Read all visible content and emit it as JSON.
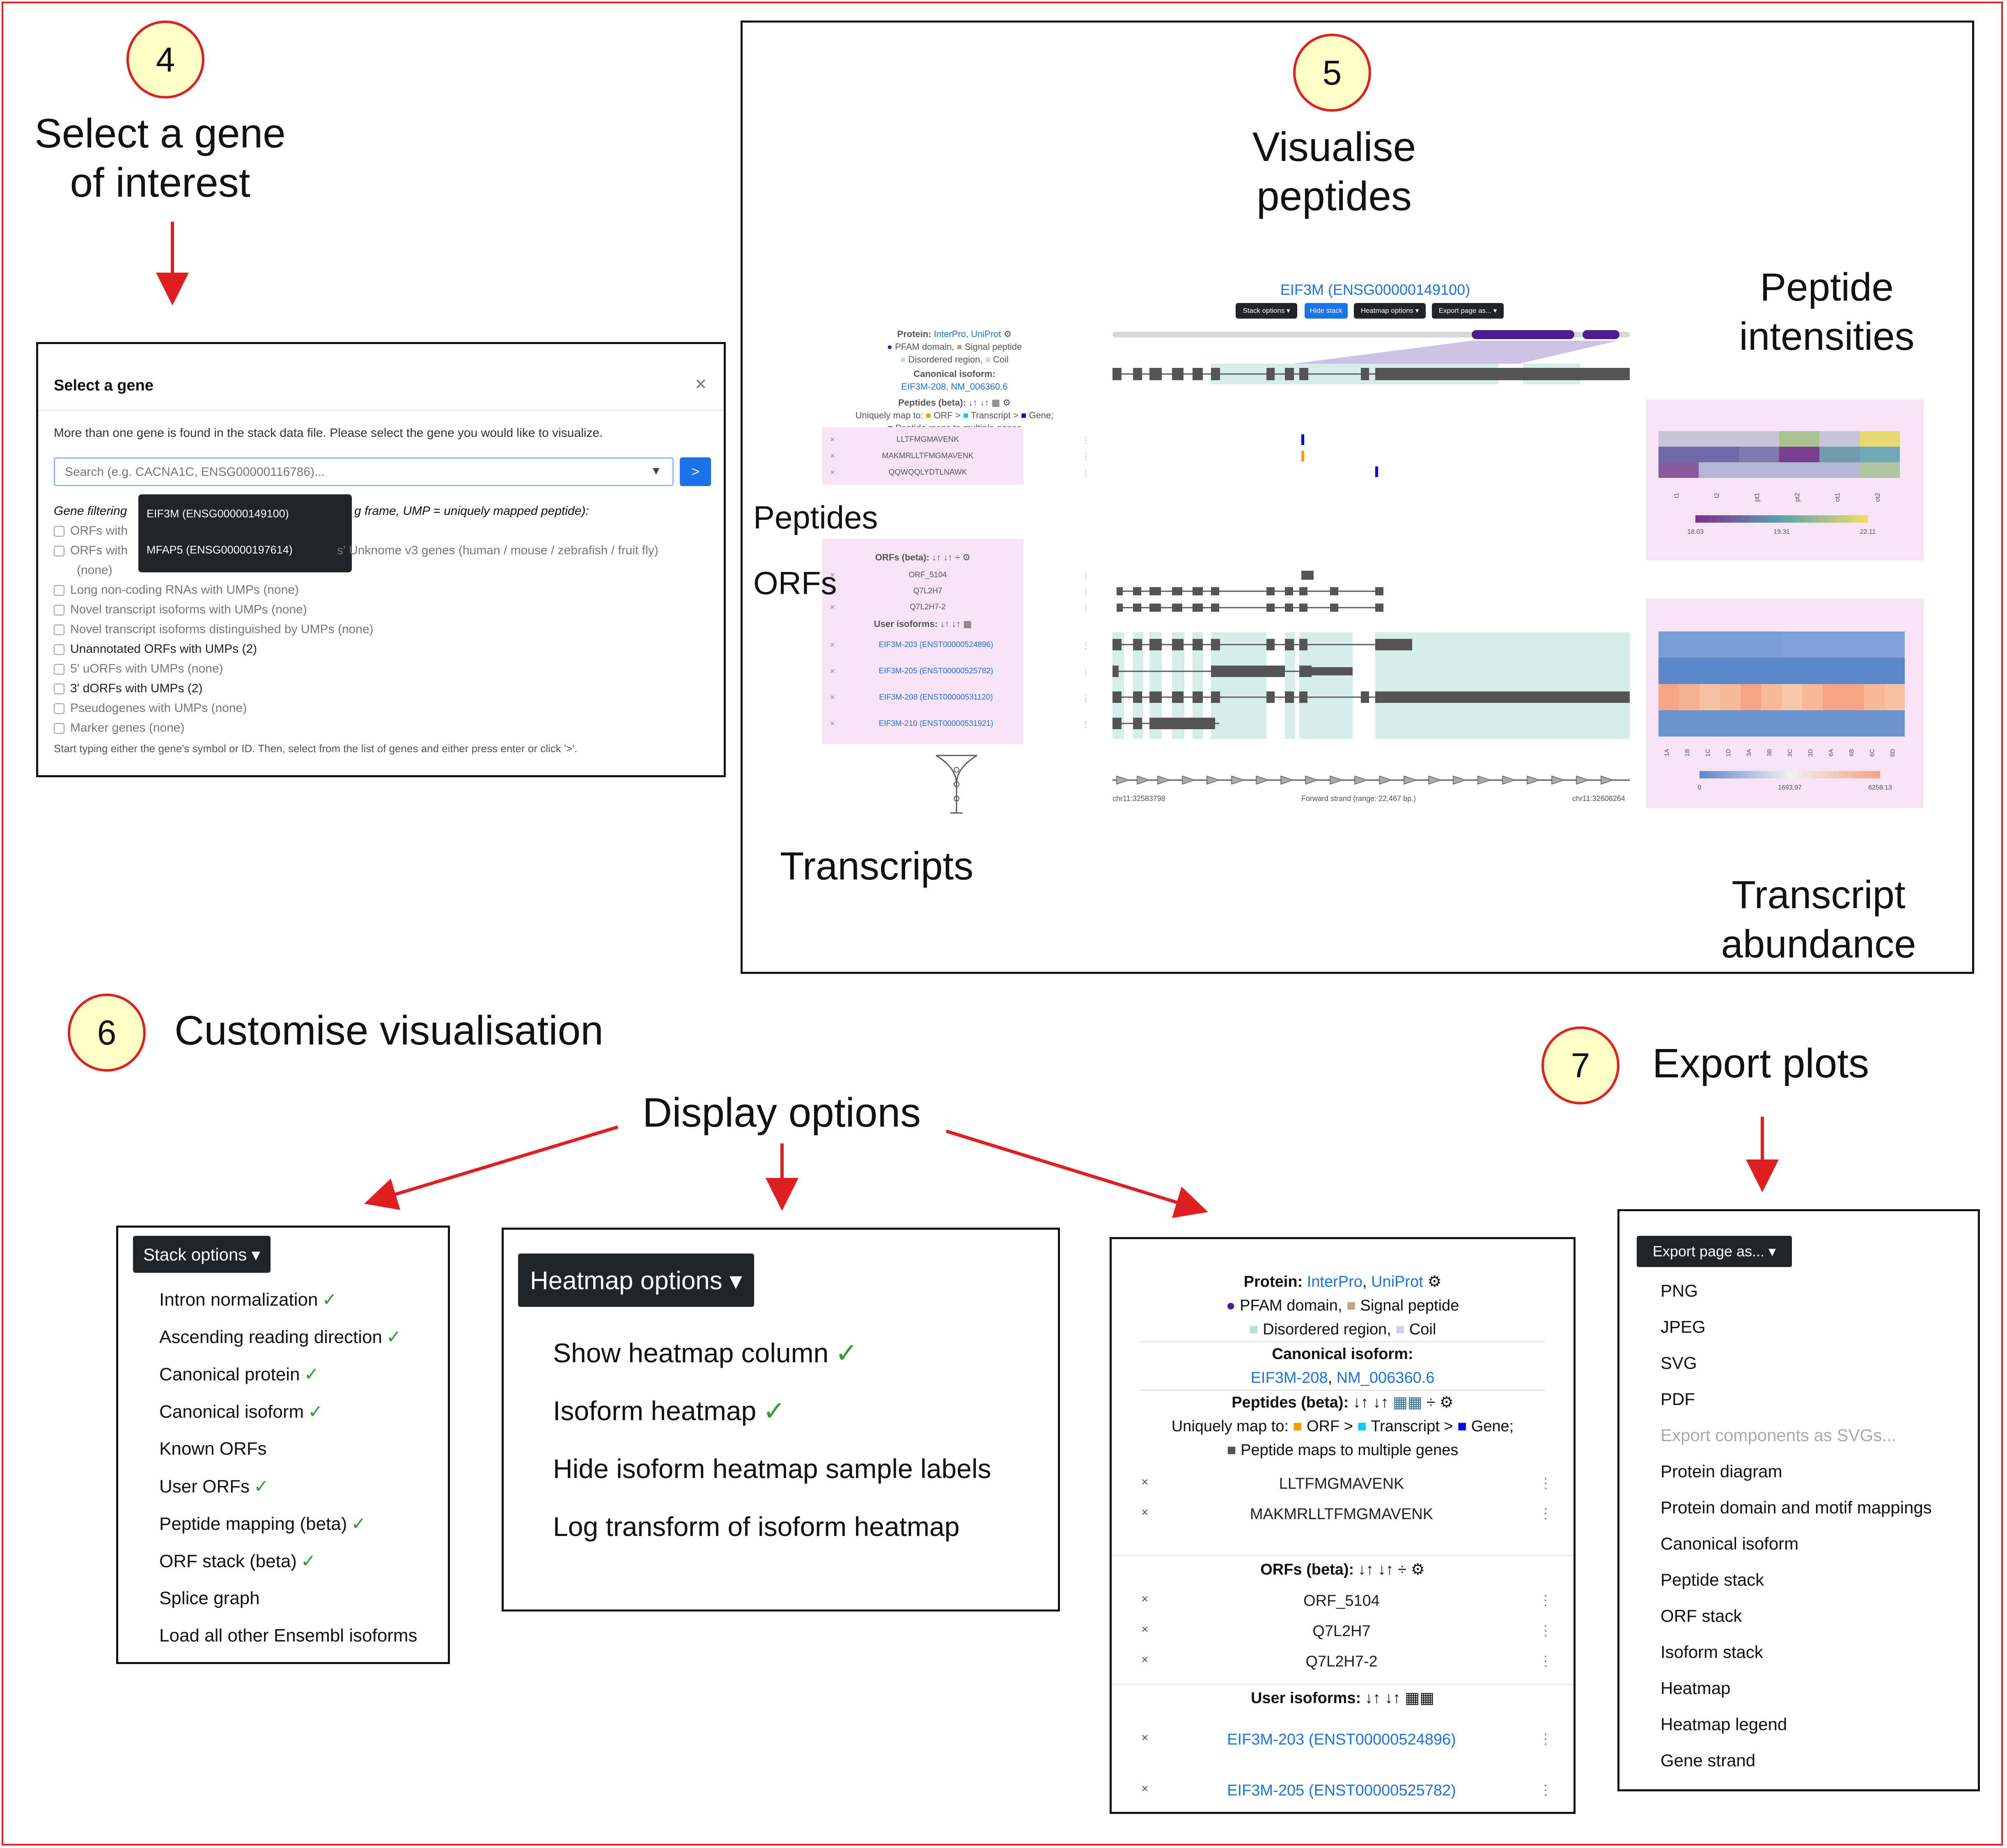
{
  "colors": {
    "accent_red": "#e02020",
    "step_fill": "#ffffc7",
    "btn_dark": "#212529",
    "btn_blue": "#1a73e8",
    "link_blue": "#1a73e8",
    "pink_panel": "#f6e3f5",
    "teal_exon": "#d6ece8",
    "check_green": "#2ca02c",
    "pfam_purple": "#4b1d8f"
  },
  "step4": {
    "number": "4",
    "title_line1": "Select a gene",
    "title_line2": "of interest",
    "dialog": {
      "title": "Select a gene",
      "close": "×",
      "message": "More than one gene is found in the stack data file. Please select the gene you would like to visualize.",
      "search_placeholder": "Search (e.g. CACNA1C, ENSG00000116786)...",
      "go_button": ">",
      "suggestions": [
        "EIF3M (ENSG00000149100)",
        "MFAP5 (ENSG00000197614)"
      ],
      "filter_label": "Gene filtering",
      "filter_tail": "g frame, UMP = uniquely mapped peptide):",
      "options": [
        {
          "label": "ORFs with",
          "enabled": false
        },
        {
          "label": "ORFs with",
          "tail": "s' Unknome v3 genes (human / mouse / zebrafish / fruit fly)",
          "enabled": false
        },
        {
          "label": "(none)",
          "enabled": false,
          "indent": true
        },
        {
          "label": "Long non-coding RNAs with UMPs (none)",
          "enabled": false
        },
        {
          "label": "Novel transcript isoforms with UMPs (none)",
          "enabled": false
        },
        {
          "label": "Novel transcript isoforms distinguished by UMPs (none)",
          "enabled": false
        },
        {
          "label": "Unannotated ORFs with UMPs (2)",
          "enabled": true
        },
        {
          "label": "5' uORFs with UMPs (none)",
          "enabled": false
        },
        {
          "label": "3' dORFs with UMPs (2)",
          "enabled": true
        },
        {
          "label": "Pseudogenes with UMPs (none)",
          "enabled": false
        },
        {
          "label": "Marker genes (none)",
          "enabled": false
        }
      ],
      "hint": "Start typing either the gene's symbol or ID. Then, select from the list of genes and either press enter or click '>'."
    }
  },
  "step5": {
    "number": "5",
    "title_line1": "Visualise",
    "title_line2": "peptides",
    "gene_title": "EIF3M (ENSG00000149100)",
    "buttons": [
      "Stack options ▾",
      "Hide stack",
      "Heatmap options ▾",
      "Export page as... ▾"
    ],
    "legend": {
      "protein": "Protein:",
      "interpro": "InterPro",
      "uniprot": "UniProt",
      "pfam": "PFAM domain,",
      "signal": "Signal peptide",
      "disordered": "Disordered region,",
      "coil": "Coil",
      "canonical": "Canonical isoform:",
      "canonical_ids": "EIF3M-208, NM_006360.6",
      "peptides": "Peptides (beta):",
      "uniquely": "Uniquely map to:",
      "orf": "ORF >",
      "transcript": "Transcript >",
      "gene": "Gene;",
      "multi": "Peptide maps to multiple genes"
    },
    "peptides": [
      "LLTFMGMAVENK",
      "MAKMRLLTFMGMAVENK",
      "QQWQQLYDTLNAWK"
    ],
    "orfs_header": "ORFs (beta):",
    "orfs": [
      "ORF_5104",
      "Q7L2H7",
      "Q7L2H7-2"
    ],
    "user_isoforms": "User isoforms:",
    "transcripts": [
      "EIF3M-203 (ENST00000524896)",
      "EIF3M-205 (ENST00000525782)",
      "EIF3M-208 (ENST00000531120)",
      "EIF3M-210 (ENST00000531921)"
    ],
    "axis_left": "chr11:32583798",
    "axis_mid": "Forward strand (range: 22,467 bp.)",
    "axis_right": "chr11:32606264",
    "peptide_heatmap": {
      "samples": [
        "t1",
        "t2",
        "pt1",
        "pt2",
        "ot1",
        "ot2"
      ],
      "legend_ticks": [
        "18.03",
        "19.31",
        "22.11"
      ]
    },
    "isoform_heatmap": {
      "samples": [
        "1A",
        "1B",
        "1C",
        "1D",
        "3A",
        "3B",
        "3C",
        "3D",
        "6A",
        "6B",
        "6C",
        "6D"
      ],
      "legend_ticks": [
        "0",
        "1693.97",
        "6258.13"
      ]
    },
    "labels": {
      "peptides": "Peptides",
      "orfs": "ORFs",
      "transcripts": "Transcripts",
      "peptide_intensities_1": "Peptide",
      "peptide_intensities_2": "intensities",
      "abundance_1": "Transcript",
      "abundance_2": "abundance"
    }
  },
  "step6": {
    "number": "6",
    "title": "Customise visualisation",
    "display_options": "Display options",
    "stack_menu": {
      "button": "Stack options ▾",
      "items": [
        {
          "label": "Intron normalization",
          "checked": true
        },
        {
          "label": "Ascending reading direction",
          "checked": true
        },
        {
          "label": "Canonical protein",
          "checked": true
        },
        {
          "label": "Canonical isoform",
          "checked": true
        },
        {
          "label": "Known ORFs",
          "checked": false
        },
        {
          "label": "User ORFs",
          "checked": true
        },
        {
          "label": "Peptide mapping (beta)",
          "checked": true
        },
        {
          "label": "ORF stack (beta)",
          "checked": true
        },
        {
          "label": "Splice graph",
          "checked": false
        },
        {
          "label": "Load all other Ensembl isoforms",
          "checked": false
        }
      ]
    },
    "heatmap_menu": {
      "button": "Heatmap options ▾",
      "items": [
        {
          "label": "Show heatmap column",
          "checked": true
        },
        {
          "label": "Isoform heatmap",
          "checked": true
        },
        {
          "label": "Hide isoform heatmap sample labels",
          "checked": false
        },
        {
          "label": "Log transform of isoform heatmap",
          "checked": false
        }
      ]
    },
    "legend_panel": {
      "protein": "Protein:",
      "interpro": "InterPro",
      "uniprot": "UniProt",
      "pfam": "PFAM domain,",
      "signal": "Signal peptide",
      "disordered": "Disordered region,",
      "coil": "Coil",
      "canonical": "Canonical isoform:",
      "canonical_a": "EIF3M-208",
      "canonical_b": "NM_006360.6",
      "peptides": "Peptides (beta):",
      "uniquely": "Uniquely map to:",
      "orf": "ORF >",
      "transcript": "Transcript >",
      "gene": "Gene;",
      "multi": "Peptide maps to multiple genes",
      "peptide_rows": [
        "LLTFMGMAVENK",
        "MAKMRLLTFMGMAVENK"
      ],
      "orfs": "ORFs (beta):",
      "orf_rows": [
        "ORF_5104",
        "Q7L2H7",
        "Q7L2H7-2"
      ],
      "user_isoforms": "User isoforms:",
      "isoform_rows": [
        "EIF3M-203 (ENST00000524896)",
        "EIF3M-205 (ENST00000525782)"
      ]
    }
  },
  "step7": {
    "number": "7",
    "title": "Export plots",
    "export_menu": {
      "button": "Export page as... ▾",
      "items": [
        {
          "label": "PNG",
          "enabled": true
        },
        {
          "label": "JPEG",
          "enabled": true
        },
        {
          "label": "SVG",
          "enabled": true
        },
        {
          "label": "PDF",
          "enabled": true
        },
        {
          "label": "Export components as SVGs...",
          "enabled": false
        },
        {
          "label": "Protein diagram",
          "enabled": true
        },
        {
          "label": "Protein domain and motif mappings",
          "enabled": true
        },
        {
          "label": "Canonical isoform",
          "enabled": true
        },
        {
          "label": "Peptide stack",
          "enabled": true
        },
        {
          "label": "ORF stack",
          "enabled": true
        },
        {
          "label": "Isoform stack",
          "enabled": true
        },
        {
          "label": "Heatmap",
          "enabled": true
        },
        {
          "label": "Heatmap legend",
          "enabled": true
        },
        {
          "label": "Gene strand",
          "enabled": true
        }
      ]
    }
  }
}
